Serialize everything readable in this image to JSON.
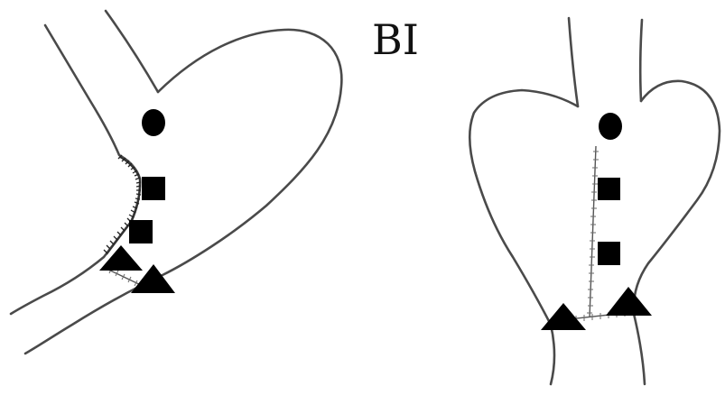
{
  "title": "BI",
  "panels": [
    {
      "id": "left",
      "markers": {
        "circle": 1,
        "square": 2,
        "triangle": 2
      }
    },
    {
      "id": "right",
      "markers": {
        "circle": 1,
        "square": 2,
        "triangle": 2
      }
    }
  ],
  "colors": {
    "outline": "#4a4a4a",
    "marker": "#000000",
    "background": "#ffffff"
  }
}
